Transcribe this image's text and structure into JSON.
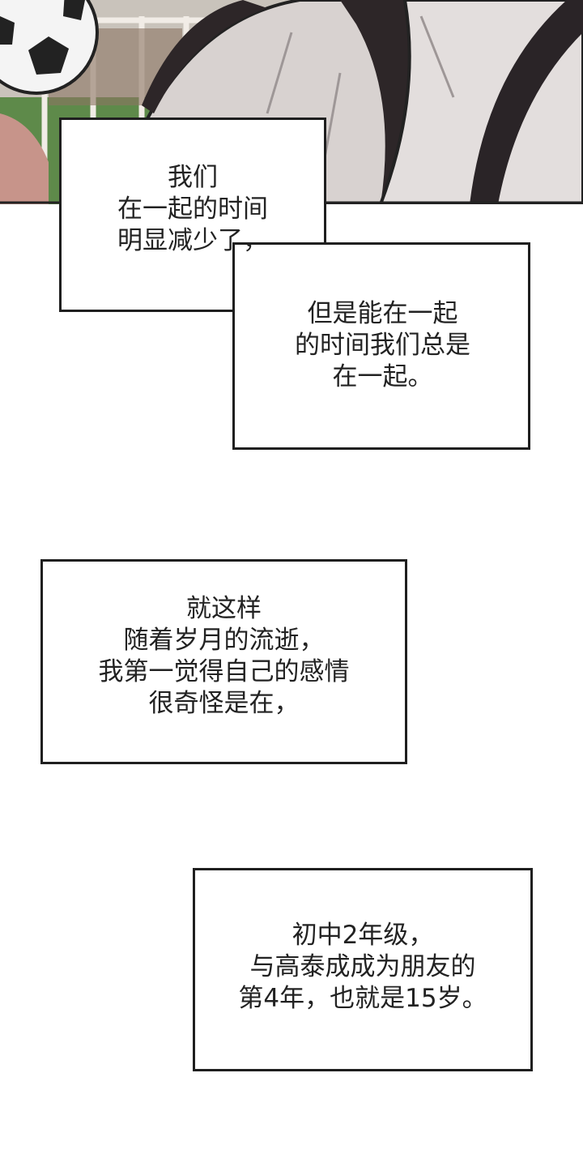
{
  "colors": {
    "border": "#1f1f1f",
    "text": "#222222",
    "panel_bg": "#ffffff"
  },
  "top_panel": {
    "icons": [
      "soccer-ball-icon",
      "character-shoulders",
      "stadium-fence"
    ]
  },
  "captions": [
    {
      "lines": [
        "我们",
        "在一起的时间",
        "明显减少了，"
      ]
    },
    {
      "lines": [
        "但是能在一起",
        "的时间我们总是",
        "在一起。"
      ]
    },
    {
      "lines": [
        "就这样",
        "随着岁月的流逝，",
        "我第一觉得自己的感情",
        "很奇怪是在，"
      ]
    },
    {
      "lines": [
        "初中2年级，",
        "与高泰成成为朋友的",
        "第4年，也就是15岁。"
      ]
    }
  ]
}
